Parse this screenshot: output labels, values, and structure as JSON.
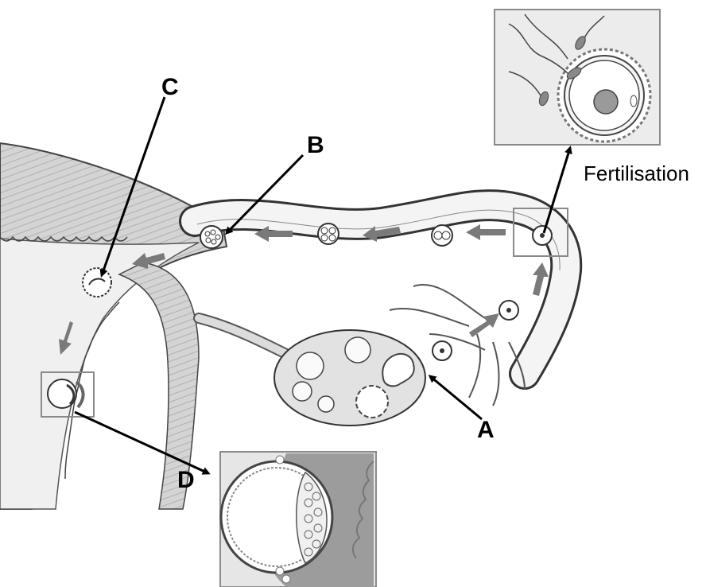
{
  "labels": {
    "a": "A",
    "b": "B",
    "c": "C",
    "d": "D",
    "fertilisation": "Fertilisation"
  },
  "colors": {
    "tissue_fill": "#e2e2e2",
    "uterine_wall": "#cfcfcf",
    "cavity": "#f2f2f2",
    "arrow_gray": "#7a7a7a",
    "line": "#333333",
    "inset_bg": "#ececec",
    "inset_border": "#8a8a8a"
  }
}
